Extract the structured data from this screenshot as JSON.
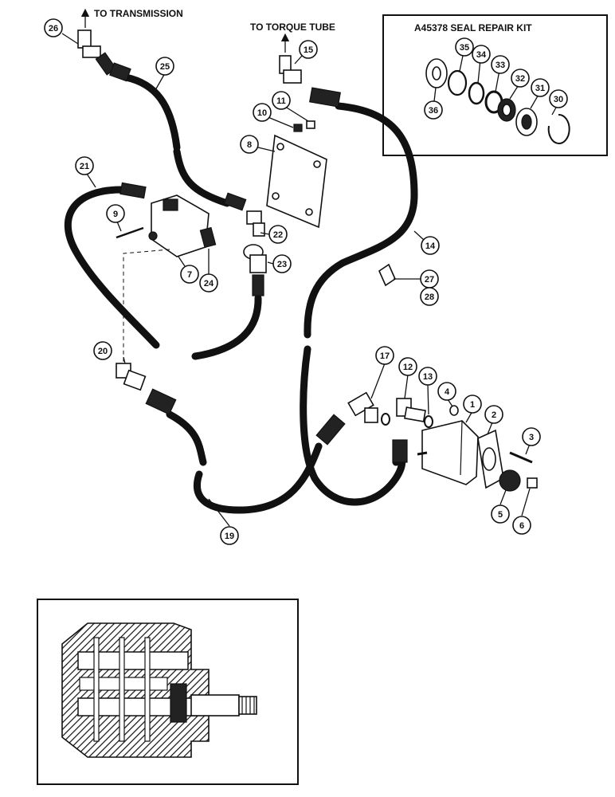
{
  "labels": {
    "to_transmission": "TO TRANSMISSION",
    "to_torque_tube": "TO TORQUE TUBE",
    "seal_kit_title": "A45378 SEAL REPAIR KIT"
  },
  "callouts": {
    "c1": "1",
    "c2": "2",
    "c3": "3",
    "c4": "4",
    "c5": "5",
    "c6": "6",
    "c7": "7",
    "c8": "8",
    "c9": "9",
    "c10": "10",
    "c11": "11",
    "c12": "12",
    "c13": "13",
    "c14": "14",
    "c15": "15",
    "c17": "17",
    "c19": "19",
    "c20": "20",
    "c21": "21",
    "c22": "22",
    "c23": "23",
    "c24": "24",
    "c25": "25",
    "c26": "26",
    "c27": "27",
    "c28": "28",
    "c30": "30",
    "c31": "31",
    "c32": "32",
    "c33": "33",
    "c34": "34",
    "c35": "35",
    "c36": "36"
  }
}
